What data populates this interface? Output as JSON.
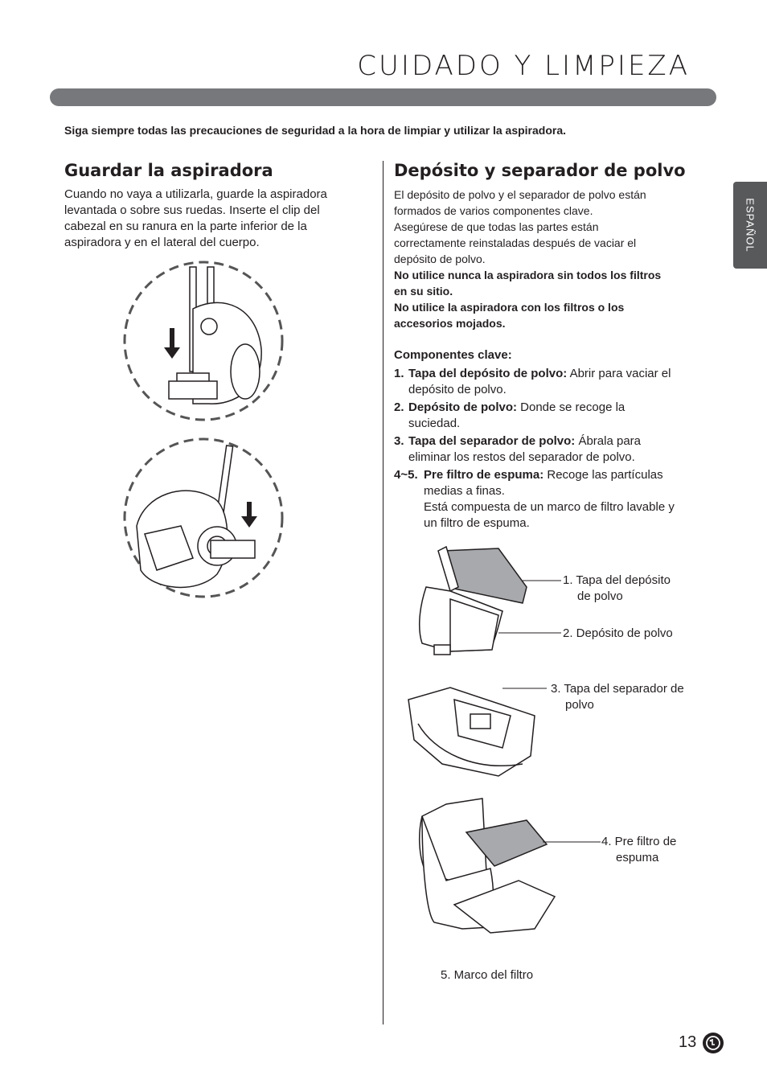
{
  "header": {
    "title": "CUIDADO Y LIMPIEZA",
    "warning": "Siga siempre todas las precauciones de seguridad a la hora de limpiar y utilizar la aspiradora."
  },
  "side_tab": {
    "label": "ESPAÑOL"
  },
  "left": {
    "heading": "Guardar la aspiradora",
    "lines": [
      "Cuando no vaya a utilizarla, guarde la aspiradora",
      "levantada o sobre sus ruedas. Inserte el clip del",
      "cabezal en su ranura en la parte inferior de la",
      "aspiradora y en el lateral del cuerpo."
    ]
  },
  "right": {
    "heading": "Depósito y separador de polvo",
    "lines": [
      "El depósito de polvo y el separador de polvo están",
      "formados de varios componentes clave.",
      "Asegúrese de que todas las partes están",
      "correctamente reinstaladas después de vaciar el",
      "depósito de polvo."
    ],
    "bold_lines": [
      "No utilice nunca la aspiradora sin todos los filtros",
      "en su sitio.",
      "No utilice la aspiradora con los filtros o los",
      "accesorios mojados."
    ],
    "components_heading": "Componentes clave:",
    "components": [
      {
        "num": "1.",
        "name": "Tapa del depósito de polvo:",
        "line1": " Abrir para vaciar el",
        "line2": "depósito de polvo."
      },
      {
        "num": "2.",
        "name": "Depósito de polvo:",
        "line1": " Donde se recoge la",
        "line2": "suciedad."
      },
      {
        "num": "3.",
        "name": "Tapa del separador de polvo:",
        "line1": " Ábrala para",
        "line2": "eliminar los restos del separador de polvo."
      },
      {
        "num": "4~5.",
        "name": "Pre filtro de espuma:",
        "line1": " Recoge las partículas",
        "line2": "medias a finas.",
        "line3": "Está compuesta de un marco de filtro lavable y",
        "line4": "un filtro de espuma."
      }
    ],
    "diagram_labels": {
      "l1a": "1. Tapa del depósito",
      "l1b": "de polvo",
      "l2": "2. Depósito de polvo",
      "l3a": "3. Tapa del separador de",
      "l3b": "polvo",
      "l4a": "4. Pre filtro de",
      "l4b": "espuma",
      "l5": "5. Marco del filtro"
    }
  },
  "footer": {
    "page": "13",
    "logo": "LG"
  }
}
